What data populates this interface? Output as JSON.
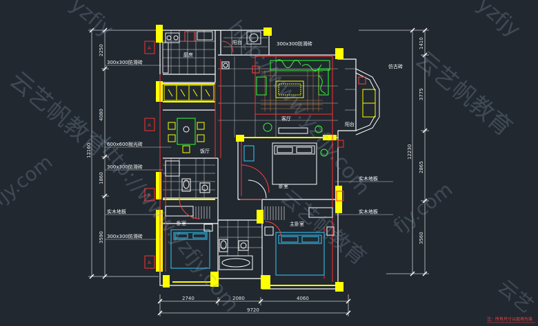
{
  "watermark": {
    "url_text": "http://www.yzfjy.com",
    "brand_text": "云艺帆教育",
    "fragment_a": "yzfjy",
    "fragment_b": "fjy.com",
    "fragment_c": "云艺"
  },
  "rooms": {
    "kitchen": "厨房",
    "balcony_service": "阳台",
    "living": "客厅",
    "dining": "饭厅",
    "bedroom_mid": "卧室",
    "bedroom_left": "卧室",
    "master_bedroom": "主卧室",
    "balcony_side": "阳台"
  },
  "materials": {
    "tile_300_top": "300x300防滑砖",
    "tile_300_left1": "300x300防滑砖",
    "tile_600": "600x600抛光砖",
    "tile_300_left2": "300x300防滑砖",
    "wood_left": "实木地板",
    "tile_300_left3": "300x300防滑砖",
    "antique_tile": "仿古砖",
    "wood_right1": "实木地板",
    "wood_right2": "实木地板"
  },
  "dimensions": {
    "left": [
      "2250",
      "4080",
      "1860",
      "3590"
    ],
    "left_total": "12160",
    "right": [
      "1410",
      "3775",
      "2865",
      "3560"
    ],
    "right_total": "12230",
    "bottom": [
      "2740",
      "2080",
      "4060"
    ],
    "bottom_total": "9720"
  },
  "note_text": "注：所有尺寸以现场为准"
}
